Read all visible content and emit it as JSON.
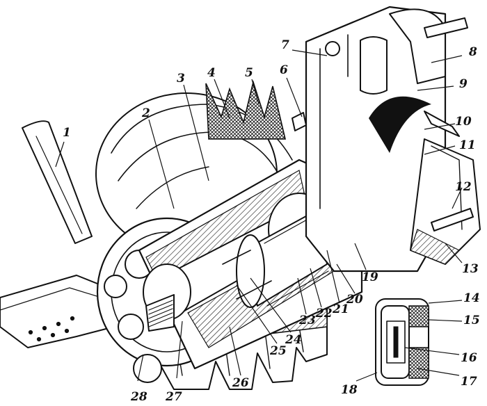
{
  "figure": {
    "callouts": [
      {
        "id": "c1",
        "text": "1"
      },
      {
        "id": "c2",
        "text": "2"
      },
      {
        "id": "c3",
        "text": "3"
      },
      {
        "id": "c4",
        "text": "4"
      },
      {
        "id": "c5",
        "text": "5"
      },
      {
        "id": "c6",
        "text": "6"
      },
      {
        "id": "c7",
        "text": "7"
      },
      {
        "id": "c8",
        "text": "8"
      },
      {
        "id": "c9",
        "text": "9"
      },
      {
        "id": "c10",
        "text": "10"
      },
      {
        "id": "c11",
        "text": "11"
      },
      {
        "id": "c12",
        "text": "12"
      },
      {
        "id": "c13",
        "text": "13"
      },
      {
        "id": "c14",
        "text": "14"
      },
      {
        "id": "c15",
        "text": "15"
      },
      {
        "id": "c16",
        "text": "16"
      },
      {
        "id": "c17",
        "text": "17"
      },
      {
        "id": "c18",
        "text": "18"
      },
      {
        "id": "c19",
        "text": "19"
      },
      {
        "id": "c20",
        "text": "20"
      },
      {
        "id": "c21",
        "text": "21"
      },
      {
        "id": "c22",
        "text": "22"
      },
      {
        "id": "c23",
        "text": "23"
      },
      {
        "id": "c24",
        "text": "24"
      },
      {
        "id": "c25",
        "text": "25"
      },
      {
        "id": "c26",
        "text": "26"
      },
      {
        "id": "c27",
        "text": "27"
      },
      {
        "id": "c28",
        "text": "28"
      }
    ]
  }
}
